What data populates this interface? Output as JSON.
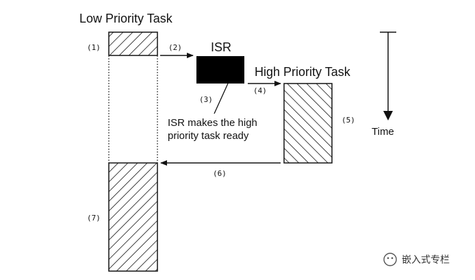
{
  "diagram": {
    "low_task_title": "Low Priority Task",
    "isr_title": "ISR",
    "high_task_title": "High Priority Task",
    "time_label": "Time",
    "isr_note_line1": "ISR makes the high",
    "isr_note_line2": "priority task ready",
    "steps": {
      "s1": "(1)",
      "s2": "(2)",
      "s3": "(3)",
      "s4": "(4)",
      "s5": "(5)",
      "s6": "(6)",
      "s7": "(7)"
    }
  },
  "watermark": {
    "text": "嵌入式专栏"
  },
  "colors": {
    "ink": "#111111",
    "isr_fill": "#000000",
    "hatch": "#111111",
    "background": "#ffffff"
  }
}
